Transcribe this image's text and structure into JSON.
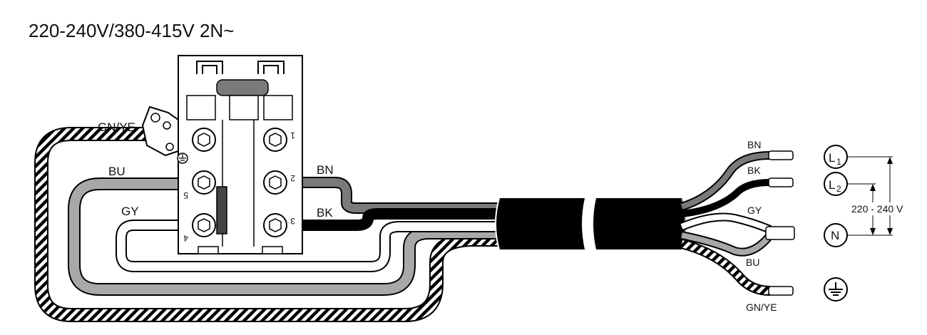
{
  "title": "220-240V/380-415V 2N~",
  "wires": {
    "gnye": "GN/YE",
    "bu": "BU",
    "gy": "GY",
    "bn": "BN",
    "bk": "BK"
  },
  "terminals": [
    "1",
    "2",
    "3",
    "4",
    "5"
  ],
  "ends": {
    "bn": "BN",
    "bk": "BK",
    "gy": "GY",
    "bu": "BU",
    "gnye": "GN/YE"
  },
  "supply": {
    "l1": "L",
    "l1_sub": "1",
    "l2": "L",
    "l2_sub": "2",
    "n": "N",
    "voltage": "220 - 240 V"
  },
  "colors": {
    "bn": "#7a7a7a",
    "bk": "#000000",
    "gy": "#ffffff",
    "bu": "#a8a8a8",
    "gnye_stripe": "#000000",
    "sheath": "#000000"
  },
  "icons": [
    "earth-ground-icon",
    "screw-terminal-icon"
  ]
}
